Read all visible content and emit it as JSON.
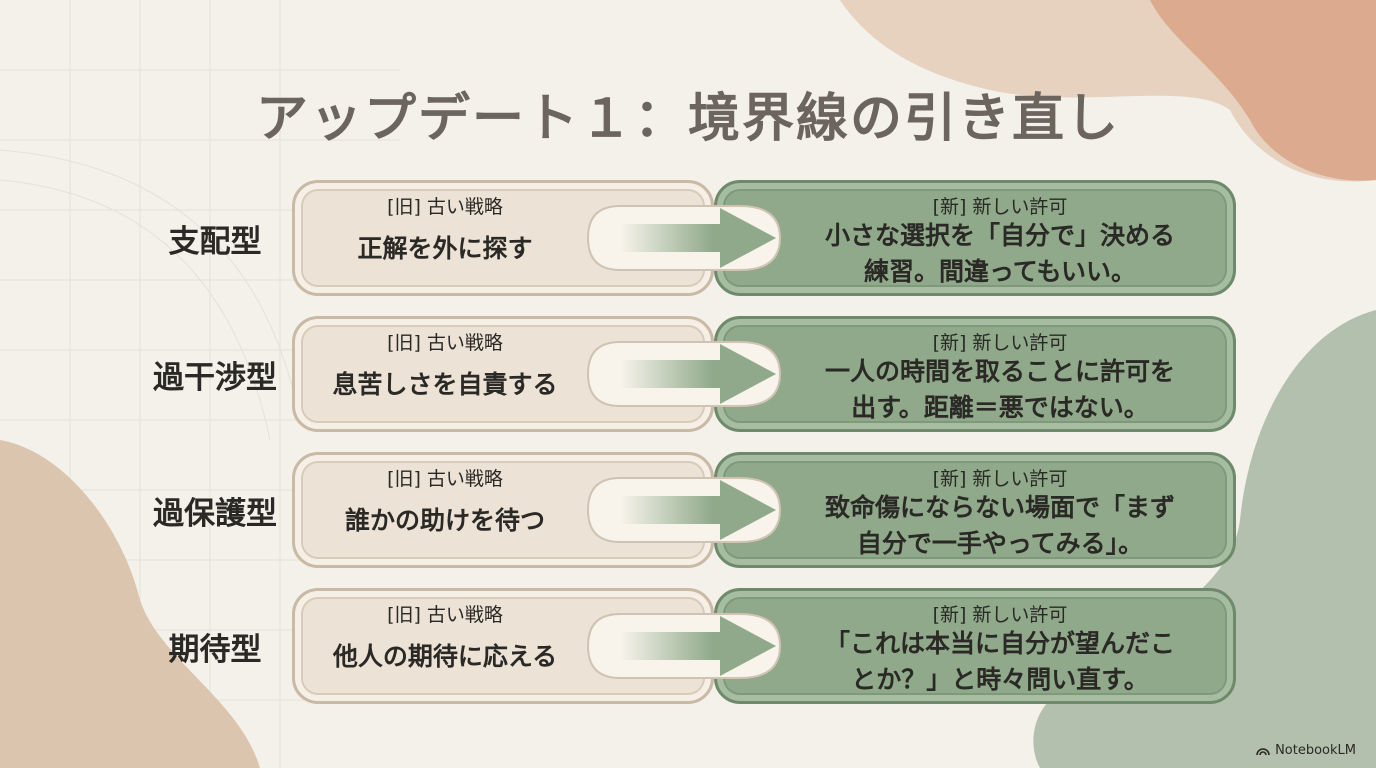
{
  "title": "アップデート１：境界線の引き直し",
  "old_tag": "[旧] 古い戦略",
  "new_tag": "[新] 新しい許可",
  "rows": [
    {
      "type": "支配型",
      "old": "正解を外に探す",
      "new": "小さな選択を「自分で」決める\n練習。間違ってもいい。"
    },
    {
      "type": "過干渉型",
      "old": "息苦しさを自責する",
      "new": "一人の時間を取ることに許可を\n出す。距離＝悪ではない。"
    },
    {
      "type": "過保護型",
      "old": "誰かの助けを待つ",
      "new": "致命傷にならない場面で「まず\n自分で一手やってみる」。"
    },
    {
      "type": "期待型",
      "old": "他人の期待に応える",
      "new": "「これは本当に自分が望んだこ\nとか？」と時々問い直す。"
    }
  ],
  "brand": "NotebookLM",
  "colors": {
    "old_fill": "#ece3d6",
    "new_fill": "#8fa98a",
    "title": "#6b655e"
  }
}
